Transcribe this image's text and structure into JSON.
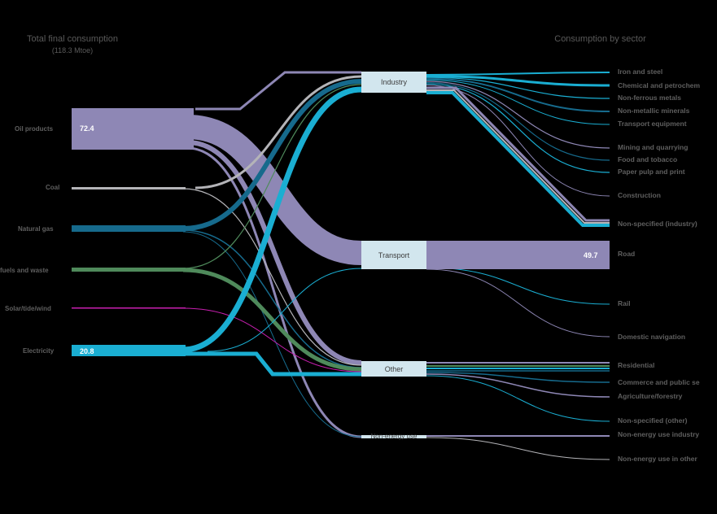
{
  "header_left_title": "Total final consumption",
  "header_left_sub": "(118.3 Mtoe)",
  "header_right_title": "Consumption by sector",
  "colors": {
    "oil": "#8e87b5",
    "coal": "#b4b4b8",
    "gas": "#166a8c",
    "bio": "#4f8a5b",
    "solar": "#c81fb0",
    "elec": "#1aaed2",
    "node": "#d2e6ee",
    "road_bar": "#8e87b5"
  },
  "sources": [
    {
      "key": "oil",
      "label": "Oil products",
      "value_label": "72.4"
    },
    {
      "key": "coal",
      "label": "Coal",
      "value_label": ""
    },
    {
      "key": "gas",
      "label": "Natural gas",
      "value_label": ""
    },
    {
      "key": "bio",
      "label": "fuels and waste",
      "value_label": ""
    },
    {
      "key": "solar",
      "label": "Solar/tide/wind",
      "value_label": ""
    },
    {
      "key": "elec",
      "label": "Electricity",
      "value_label": "20.8"
    }
  ],
  "sectors": [
    {
      "key": "industry",
      "label": "Industry"
    },
    {
      "key": "transport",
      "label": "Transport"
    },
    {
      "key": "other",
      "label": "Other"
    },
    {
      "key": "nonenergy",
      "label": "Non-energy use"
    }
  ],
  "destinations": [
    {
      "label": "Iron and steel"
    },
    {
      "label": "Chemical and petrochem"
    },
    {
      "label": "Non-ferrous metals"
    },
    {
      "label": "Non-metallic minerals"
    },
    {
      "label": "Transport equipment"
    },
    {
      "label": "Mining and quarrying"
    },
    {
      "label": "Food and tobacco"
    },
    {
      "label": "Paper pulp and print"
    },
    {
      "label": "Construction"
    },
    {
      "label": "Non-specified (industry)"
    },
    {
      "label": "Road",
      "value_label": "49.7"
    },
    {
      "label": "Rail"
    },
    {
      "label": "Domestic navigation"
    },
    {
      "label": "Residential"
    },
    {
      "label": "Commerce and public se"
    },
    {
      "label": "Agriculture/forestry"
    },
    {
      "label": "Non-specified (other)"
    },
    {
      "label": "Non-energy use industry"
    },
    {
      "label": "Non-energy use in other"
    }
  ]
}
